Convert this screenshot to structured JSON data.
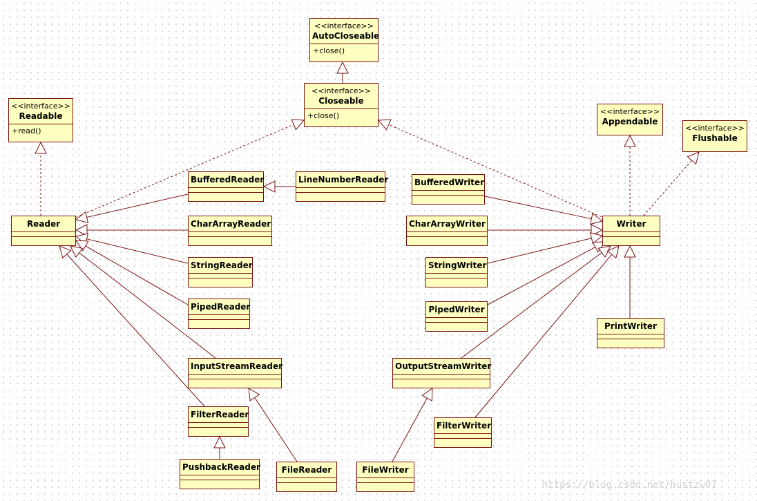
{
  "diagram": {
    "classes": [
      {
        "id": "autocloseable",
        "stereotype": "<<interface>>",
        "name": "AutoCloseable",
        "operation": "+close()"
      },
      {
        "id": "closeable",
        "stereotype": "<<interface>>",
        "name": "Closeable",
        "operation": "+close()"
      },
      {
        "id": "readable",
        "stereotype": "<<interface>>",
        "name": "Readable",
        "operation": "+read()"
      },
      {
        "id": "appendable",
        "stereotype": "<<interface>>",
        "name": "Appendable"
      },
      {
        "id": "flushable",
        "stereotype": "<<interface>>",
        "name": "Flushable"
      },
      {
        "id": "reader",
        "name": "Reader"
      },
      {
        "id": "writer",
        "name": "Writer"
      },
      {
        "id": "bufferedreader",
        "name": "BufferedReader"
      },
      {
        "id": "linenumberreader",
        "name": "LineNumberReader"
      },
      {
        "id": "chararrayreader",
        "name": "CharArrayReader"
      },
      {
        "id": "stringreader",
        "name": "StringReader"
      },
      {
        "id": "pipedreader",
        "name": "PipedReader"
      },
      {
        "id": "inputstreamreader",
        "name": "InputStreamReader"
      },
      {
        "id": "filterreader",
        "name": "FilterReader"
      },
      {
        "id": "pushbackreader",
        "name": "PushbackReader"
      },
      {
        "id": "filereader",
        "name": "FileReader"
      },
      {
        "id": "bufferedwriter",
        "name": "BufferedWriter"
      },
      {
        "id": "chararraywriter",
        "name": "CharArrayWriter"
      },
      {
        "id": "stringwriter",
        "name": "StringWriter"
      },
      {
        "id": "pipedwriter",
        "name": "PipedWriter"
      },
      {
        "id": "printwriter",
        "name": "PrintWriter"
      },
      {
        "id": "outputstreamwriter",
        "name": "OutputStreamWriter"
      },
      {
        "id": "filterwriter",
        "name": "FilterWriter"
      },
      {
        "id": "filewriter",
        "name": "FileWriter"
      }
    ],
    "relations": [
      {
        "from": "closeable",
        "to": "autocloseable",
        "kind": "generalization"
      },
      {
        "from": "reader",
        "to": "readable",
        "kind": "realization"
      },
      {
        "from": "reader",
        "to": "closeable",
        "kind": "realization"
      },
      {
        "from": "writer",
        "to": "closeable",
        "kind": "realization"
      },
      {
        "from": "writer",
        "to": "appendable",
        "kind": "realization"
      },
      {
        "from": "writer",
        "to": "flushable",
        "kind": "realization"
      },
      {
        "from": "bufferedreader",
        "to": "reader",
        "kind": "generalization"
      },
      {
        "from": "linenumberreader",
        "to": "bufferedreader",
        "kind": "generalization"
      },
      {
        "from": "chararrayreader",
        "to": "reader",
        "kind": "generalization"
      },
      {
        "from": "stringreader",
        "to": "reader",
        "kind": "generalization"
      },
      {
        "from": "pipedreader",
        "to": "reader",
        "kind": "generalization"
      },
      {
        "from": "inputstreamreader",
        "to": "reader",
        "kind": "generalization"
      },
      {
        "from": "filterreader",
        "to": "reader",
        "kind": "generalization"
      },
      {
        "from": "pushbackreader",
        "to": "filterreader",
        "kind": "generalization"
      },
      {
        "from": "filereader",
        "to": "inputstreamreader",
        "kind": "generalization"
      },
      {
        "from": "bufferedwriter",
        "to": "writer",
        "kind": "generalization"
      },
      {
        "from": "chararraywriter",
        "to": "writer",
        "kind": "generalization"
      },
      {
        "from": "stringwriter",
        "to": "writer",
        "kind": "generalization"
      },
      {
        "from": "pipedwriter",
        "to": "writer",
        "kind": "generalization"
      },
      {
        "from": "outputstreamwriter",
        "to": "writer",
        "kind": "generalization"
      },
      {
        "from": "filterwriter",
        "to": "writer",
        "kind": "generalization"
      },
      {
        "from": "printwriter",
        "to": "writer",
        "kind": "generalization"
      },
      {
        "from": "filewriter",
        "to": "outputstreamwriter",
        "kind": "generalization"
      }
    ]
  },
  "watermark": "https://blog.csdn.net/hustzw07",
  "colors": {
    "box_fill": "#ffffc0",
    "line": "#7a1010"
  }
}
